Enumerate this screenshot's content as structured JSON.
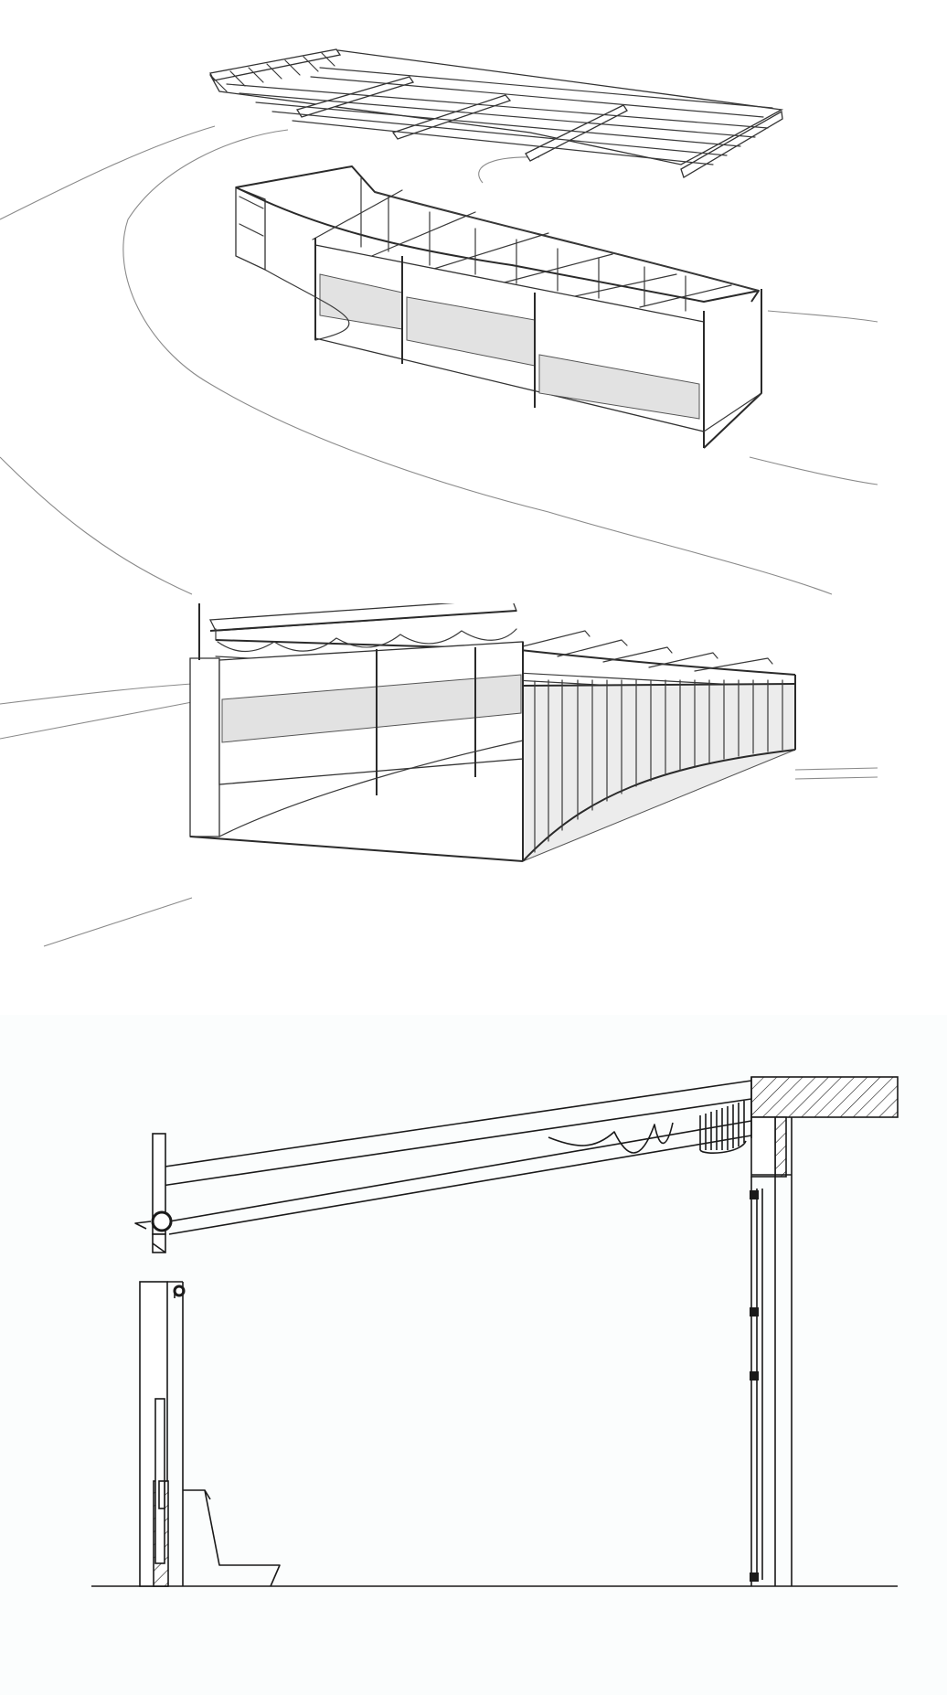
{
  "figure": {
    "views": [
      {
        "id": "exploded-axonometric-view",
        "icon": "exploded-roof-axonometric-icon"
      },
      {
        "id": "perspective-view",
        "icon": "pavilion-perspective-icon"
      },
      {
        "id": "section-view",
        "icon": "canopy-section-icon"
      }
    ],
    "colors": {
      "line": "#3a3a3a",
      "road_line": "#8a8a8a",
      "glass_fill": "#e2e2e2",
      "section_background": "#fbfdfd",
      "hatch": "#1a1a1a"
    }
  }
}
